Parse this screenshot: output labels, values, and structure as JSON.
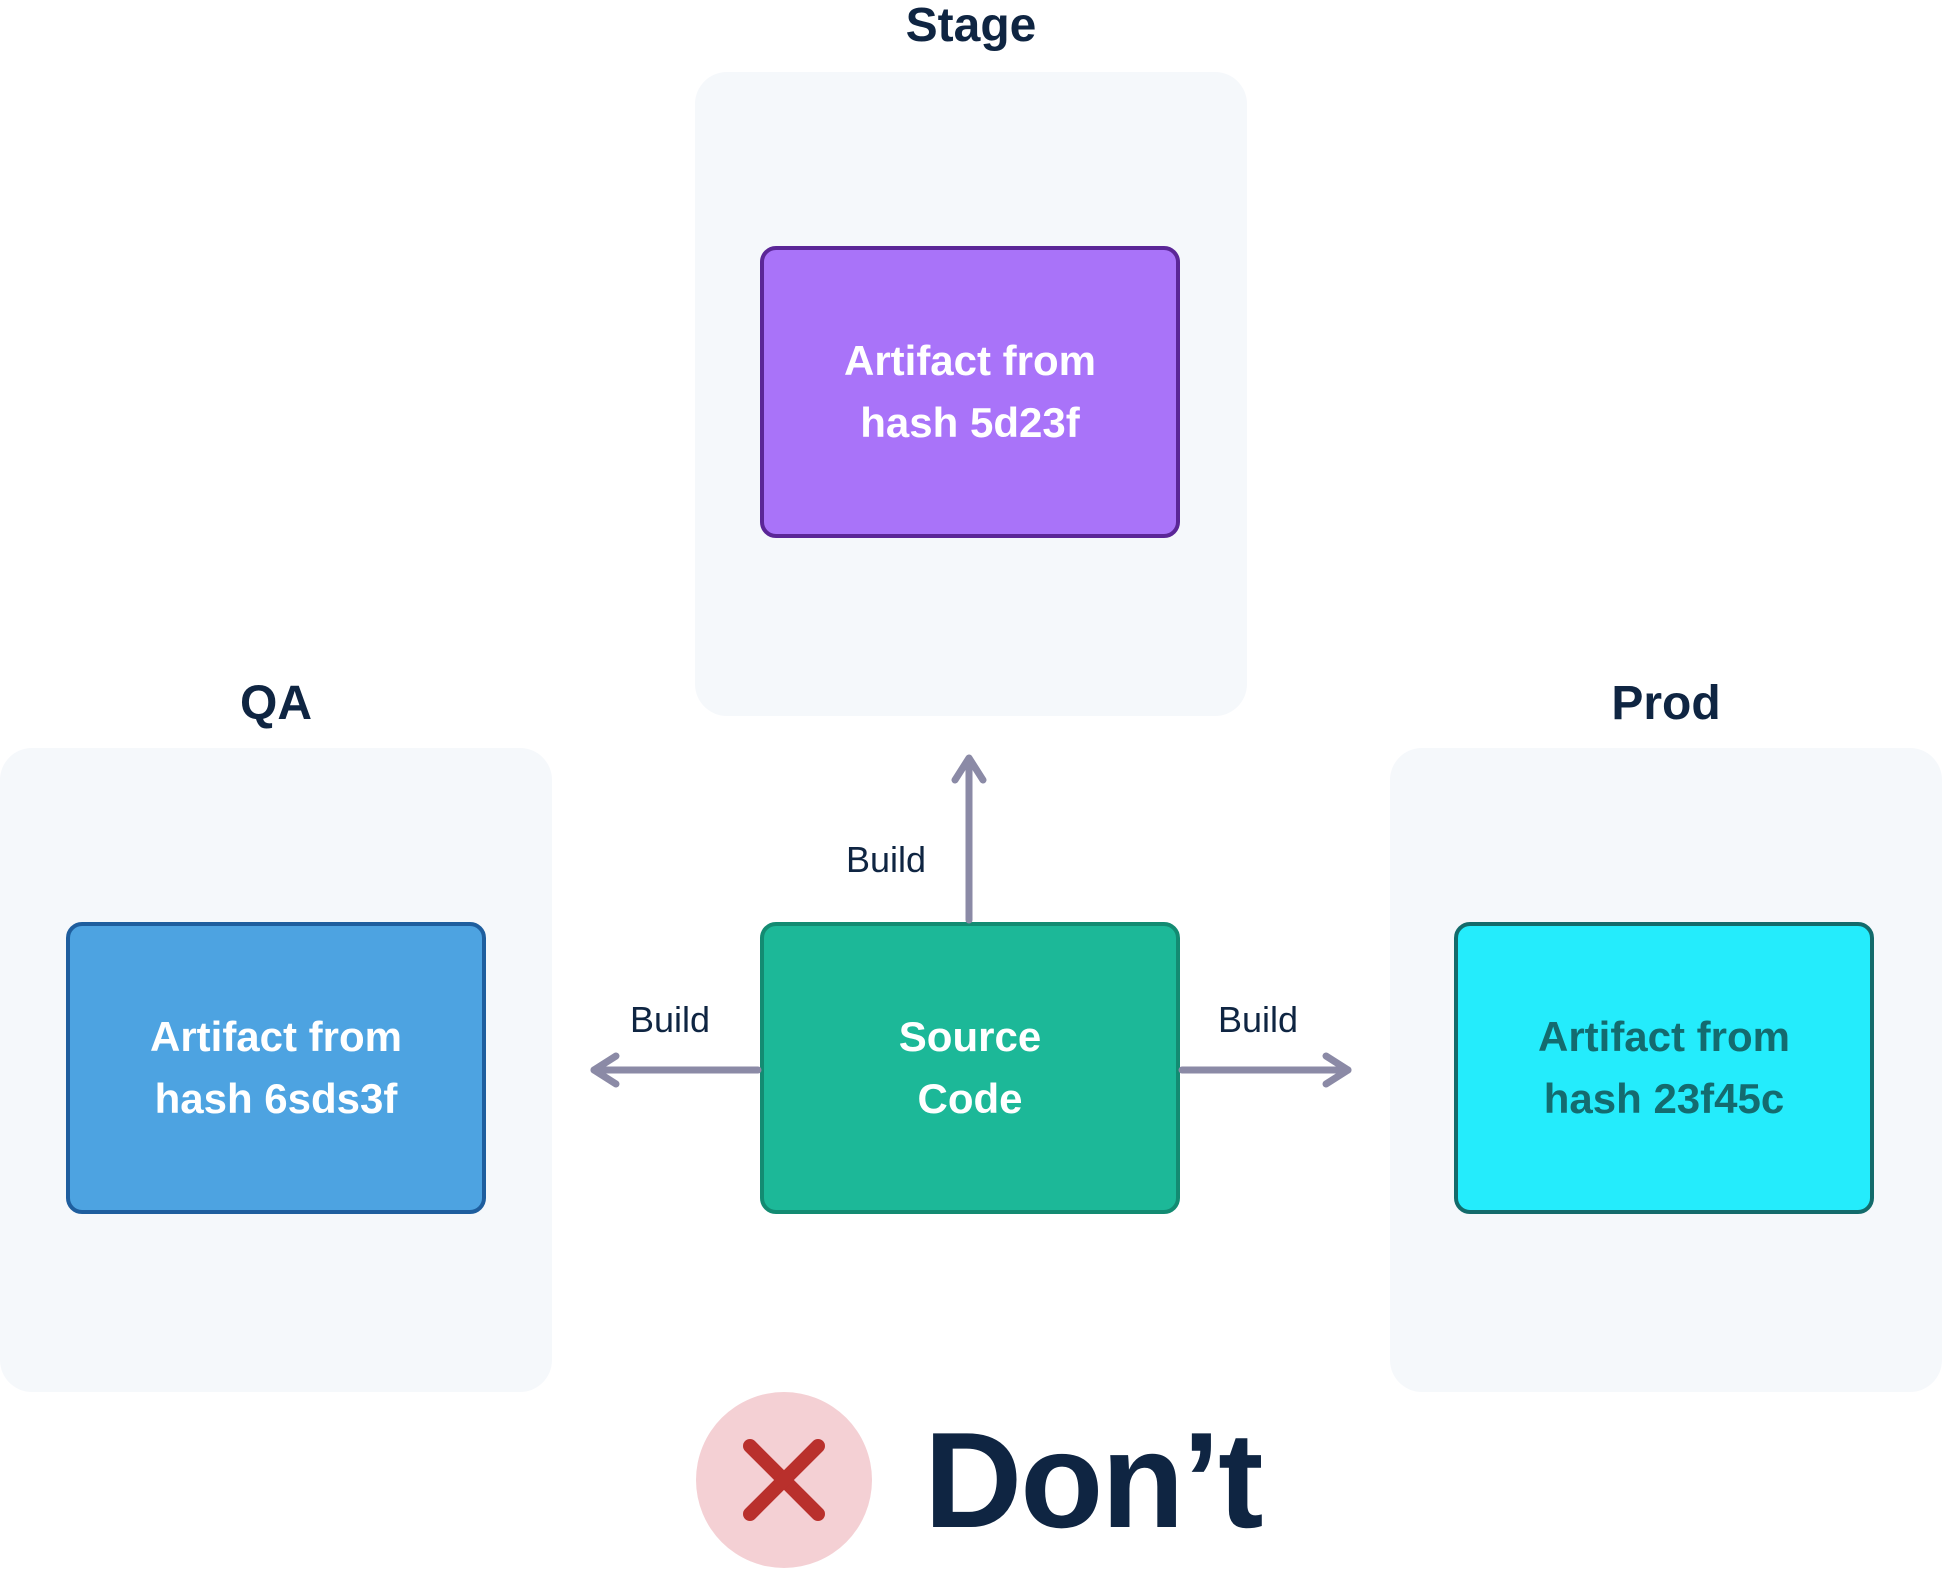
{
  "environments": {
    "stage": {
      "title": "Stage",
      "artifact_line1": "Artifact from",
      "artifact_line2": "hash 5d23f",
      "color": "#a973f9",
      "border": "#5b2697",
      "text_color": "#ffffff"
    },
    "qa": {
      "title": "QA",
      "artifact_line1": "Artifact from",
      "artifact_line2": "hash 6sds3f",
      "color": "#4da3e1",
      "border": "#1e5e9e",
      "text_color": "#ffffff"
    },
    "prod": {
      "title": "Prod",
      "artifact_line1": "Artifact from",
      "artifact_line2": "hash 23f45c",
      "color": "#24ecfc",
      "border": "#136b6b",
      "text_color": "#146b6f"
    }
  },
  "source": {
    "line1": "Source",
    "line2": "Code",
    "color": "#1cb898",
    "border": "#138b72",
    "text_color": "#ffffff"
  },
  "edges": {
    "up_label": "Build",
    "left_label": "Build",
    "right_label": "Build",
    "arrow_color": "#8b8aa6"
  },
  "panel_color": "#f5f8fb",
  "footer": {
    "icon": "close-x-icon",
    "icon_color": "#b9302c",
    "icon_bg": "#f4d0d4",
    "text": "Don’t"
  }
}
